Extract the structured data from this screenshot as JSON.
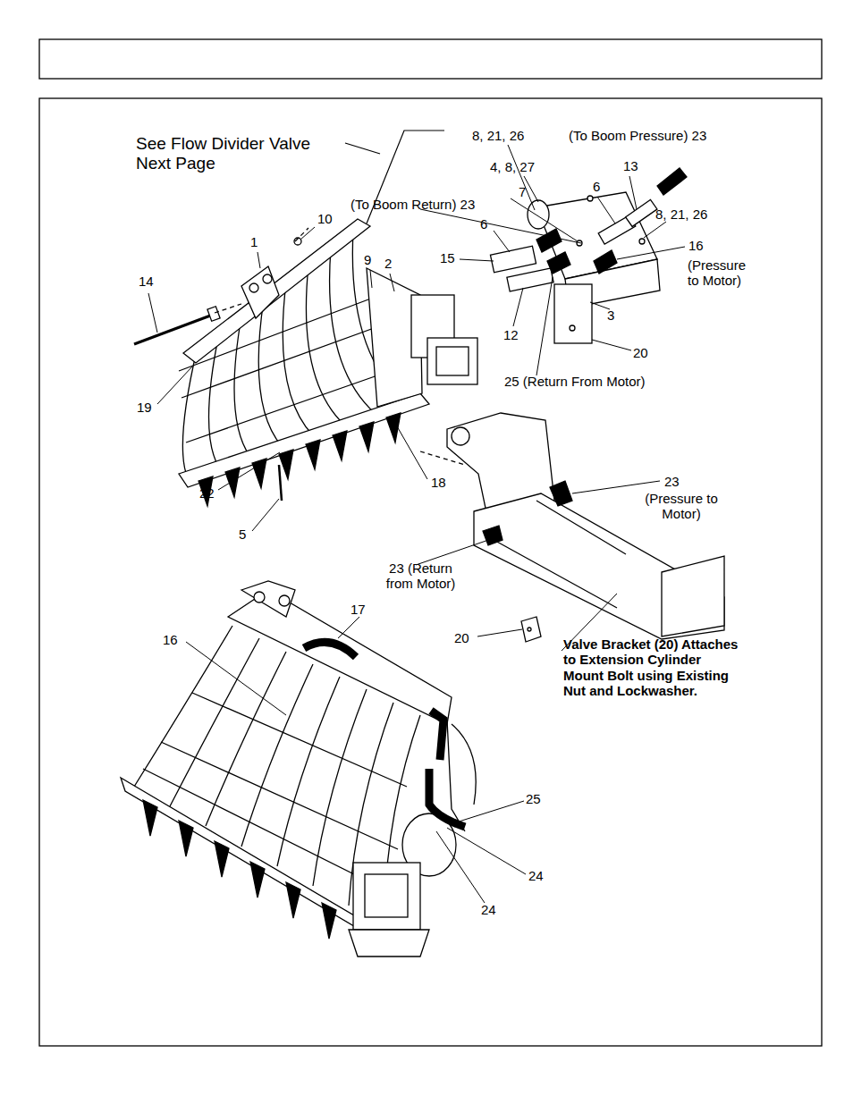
{
  "diagram": {
    "labels": [
      "See Flow Divider Valve Next Page",
      "8, 21, 26",
      "(To Boom Pressure) 23",
      "4, 8, 27",
      "7",
      "6",
      "13",
      "8, 21, 26",
      "(To Boom Return) 23",
      "6",
      "16",
      "(Pressure to Motor)",
      "15",
      "10",
      "1",
      "9",
      "2",
      "14",
      "12",
      "3",
      "20",
      "25 (Return From Motor)",
      "19",
      "22",
      "18",
      "5",
      "23",
      "(Pressure to Motor)",
      "23 (Return from Motor)",
      "17",
      "16",
      "20",
      "Valve Bracket (20) Attaches to Extension Cylinder Mount Bolt using Existing Nut and Lockwasher.",
      "25",
      "24",
      "24"
    ]
  }
}
